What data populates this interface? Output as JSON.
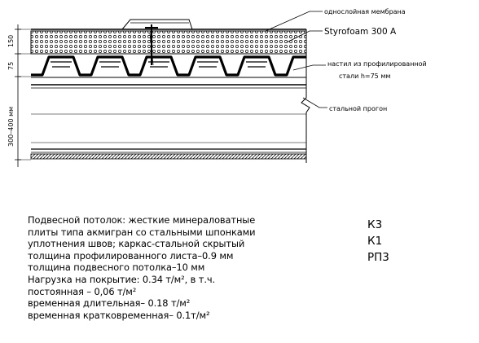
{
  "drawing": {
    "labels": {
      "membrane": "однослойная мембрана",
      "insulation": "Styrofoam 300 A",
      "deck_line1": "настил из профилированной",
      "deck_line2": "стали h=75 мм",
      "purlin": "стальной прогон"
    },
    "dimensions": {
      "insulation": "150",
      "deck": "75",
      "purlin": "300–400 мм"
    }
  },
  "notes": {
    "lines": [
      "Подвесной потолок: жесткие минераловатные",
      "плиты типа акмигран со стальными шпонками",
      "уплотнения швов; каркас-стальной скрытый",
      "толщина профилированного листа–0.9 мм",
      "толщина подвесного потолка–10 мм",
      "Нагрузка на покрытие: 0.34 т/м², в т.ч.",
      "постоянная – 0,06 т/м²",
      "временная длительная– 0.18 т/м²",
      "временная кратковременная– 0.1т/м²"
    ]
  },
  "codes": [
    "К3",
    "К1",
    "РП3"
  ]
}
